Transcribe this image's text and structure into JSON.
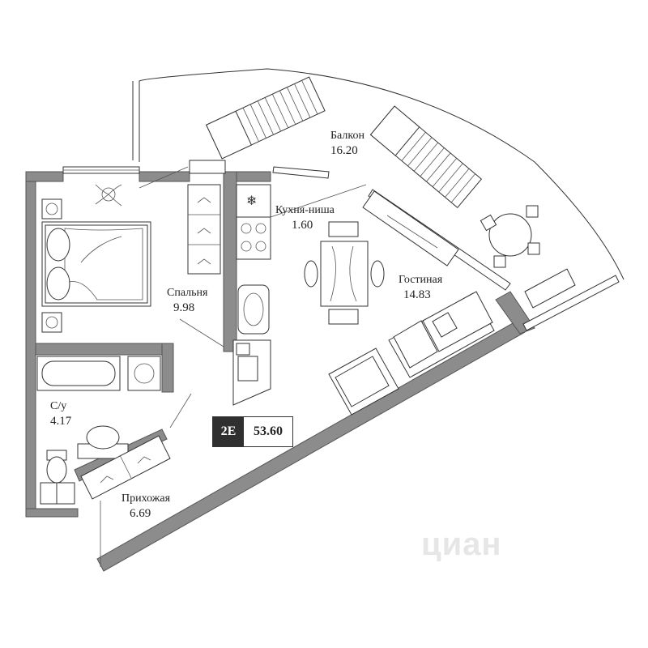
{
  "apartment": {
    "type": "2E",
    "total_area": "53.60"
  },
  "rooms": {
    "balcony": {
      "name": "Балкон",
      "area": "16.20"
    },
    "kitchen": {
      "name": "Кухня-ниша",
      "area": "1.60"
    },
    "living": {
      "name": "Гостиная",
      "area": "14.83"
    },
    "bedroom": {
      "name": "Спальня",
      "area": "9.98"
    },
    "bathroom": {
      "name": "С/у",
      "area": "4.17"
    },
    "hallway": {
      "name": "Прихожая",
      "area": "6.69"
    }
  },
  "watermark": "циан",
  "icons": {
    "snowflake": "❄"
  }
}
